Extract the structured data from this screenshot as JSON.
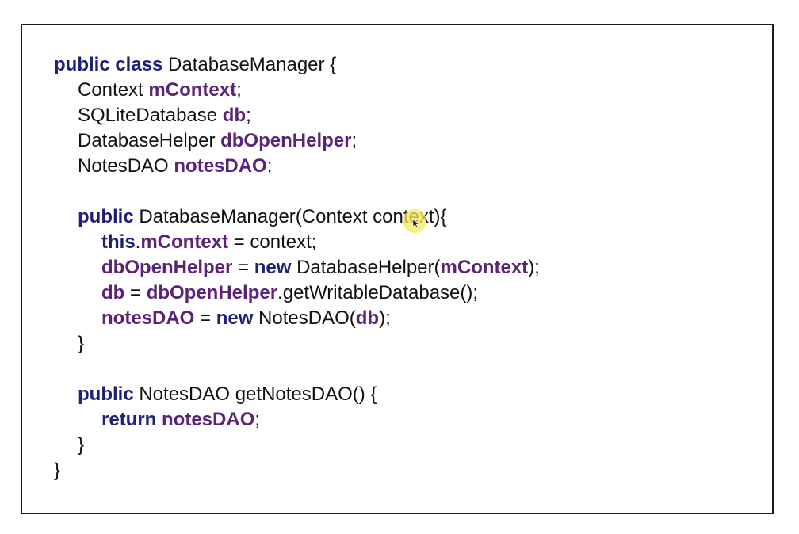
{
  "colors": {
    "keyword": "#1f1f7a",
    "field": "#5a2377",
    "text": "#111111",
    "cursor_highlight": "#f6e85a"
  },
  "code": {
    "l1": {
      "kw1": "public class",
      "t1": " DatabaseManager {"
    },
    "l2": {
      "t1": "Context ",
      "f1": "mContext",
      "t2": ";"
    },
    "l3": {
      "t1": "SQLiteDatabase ",
      "f1": "db",
      "t2": ";"
    },
    "l4": {
      "t1": "DatabaseHelper ",
      "f1": "dbOpenHelper",
      "t2": ";"
    },
    "l5": {
      "t1": "NotesDAO ",
      "f1": "notesDAO",
      "t2": ";"
    },
    "l6": {
      "kw1": "public",
      "t1": " DatabaseManager(Context context){"
    },
    "l7": {
      "kw1": "this",
      "t1": ".",
      "f1": "mContext",
      "t2": " = context;"
    },
    "l8": {
      "f1": "dbOpenHelper",
      "t1": " = ",
      "kw1": "new",
      "t2": " DatabaseHelper(",
      "f2": "mContext",
      "t3": ");"
    },
    "l9": {
      "f1": "db",
      "t1": " = ",
      "f2": "dbOpenHelper",
      "t2": ".getWritableDatabase();"
    },
    "l10": {
      "f1": "notesDAO",
      "t1": " = ",
      "kw1": "new",
      "t2": " NotesDAO(",
      "f2": "db",
      "t3": ");"
    },
    "l11": {
      "t1": "}"
    },
    "l12": {
      "kw1": "public",
      "t1": " NotesDAO getNotesDAO() {"
    },
    "l13": {
      "kw1": "return",
      "t1": " ",
      "f1": "notesDAO",
      "t2": ";"
    },
    "l14": {
      "t1": "}"
    },
    "l15": {
      "t1": "}"
    }
  },
  "icons": {
    "cursor": "mouse-pointer-icon"
  }
}
